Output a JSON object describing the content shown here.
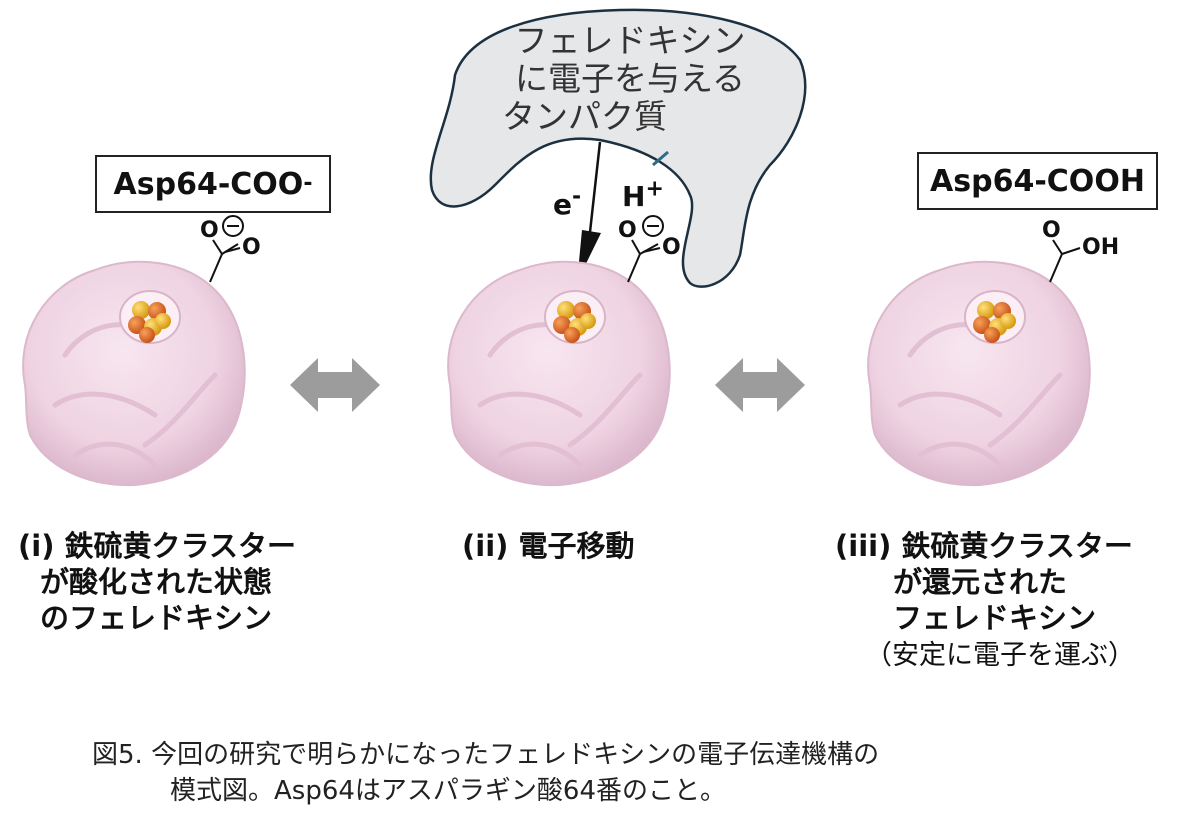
{
  "labels": {
    "left_box": "Asp64-COO",
    "left_box_sup": "-",
    "right_box": "Asp64-COOH",
    "electron": "e",
    "electron_sup": "-",
    "proton": "H",
    "proton_sup": "+",
    "donor_lines": [
      "フェレドキシン",
      "に電子を与える",
      "タンパク質"
    ],
    "atom_o": "O",
    "atom_oh": "OH"
  },
  "panels": [
    {
      "lines": [
        "(i) 鉄硫黄クラスター",
        "が酸化された状態",
        "のフェレドキシン"
      ]
    },
    {
      "lines": [
        "(ii) 電子移動"
      ]
    },
    {
      "lines": [
        "(iii) 鉄硫黄クラスター",
        "が還元された",
        "フェレドキシン"
      ],
      "note": "（安定に電子を運ぶ）"
    }
  ],
  "caption": {
    "line1": "図5. 今回の研究で明らかになったフェレドキシンの電子伝達機構の",
    "line2": "模式図。Asp64はアスパラギン酸64番のこと。"
  },
  "colors": {
    "protein": "#f2d8e6",
    "protein_dark": "#e2bfd2",
    "donor_fill": "#e6e7e9",
    "donor_stroke": "#1c3040",
    "arrow_gray": "#9c9c9c",
    "cluster_orange": "#e0782a",
    "cluster_yellow": "#f2b325",
    "proton_tick": "#2d6c86"
  }
}
